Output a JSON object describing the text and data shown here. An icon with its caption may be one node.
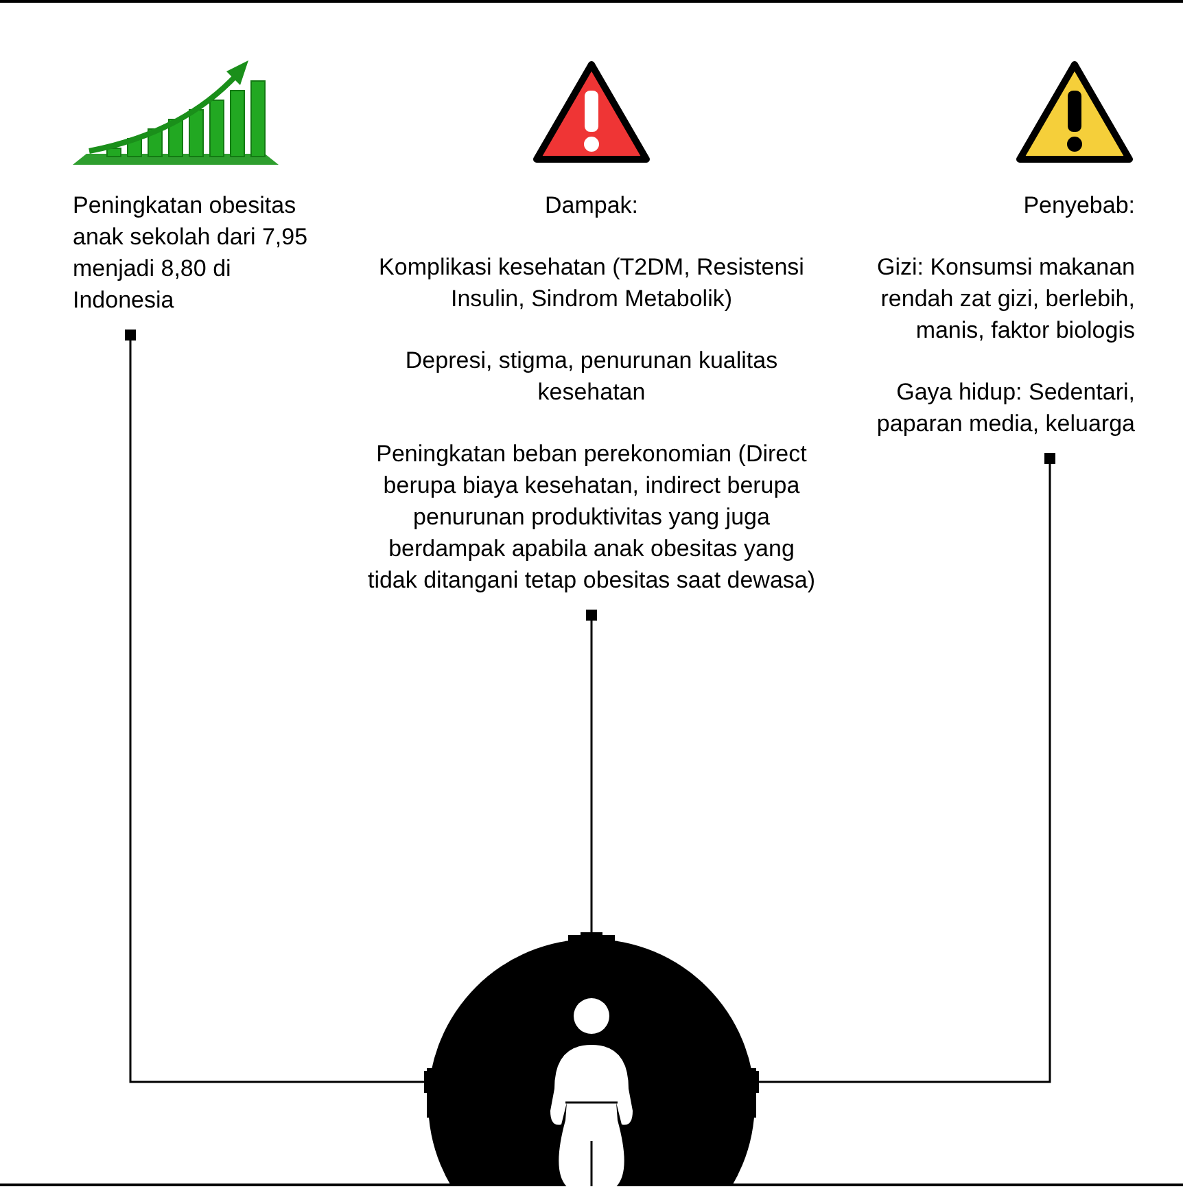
{
  "diagram": {
    "nodes": [
      {
        "text": [
          "Peningkatan obesitas anak sekolah dari 7,95 menjadi 8,80 di Indonesia"
        ]
      },
      {
        "text": [
          "Dampak:",
          "Komplikasi kesehatan (T2DM, Resistensi Insulin, Sindrom Metabolik)"
        ]
      },
      {
        "text": [
          "Depresi, stigma, penurunan kualitas kesehatan"
        ]
      },
      {
        "text": [
          "Peningkatan beban perekonomian (Direct berupa biaya kesehatan, indirect berupa penurunan produktivitas yang juga berdampak apabila anak obesitas yang tidak ditangani tetap obesitas saat dewasa)"
        ]
      },
      {
        "text": [
          "Penyebab:",
          "Gizi: Konsumsi makanan rendah zat gizi, berlebih, manis, faktor biologis"
        ]
      },
      {
        "text": [
          "Gaya hidup: Sedentari, paparan media, keluarga"
        ]
      },
      {
        "text": [],
        "shape": "circle"
      }
    ],
    "edges": [
      {
        "from": 0,
        "to": 6,
        "arrow": "other"
      },
      {
        "from": 3,
        "to": 6,
        "arrow": "other"
      },
      {
        "from": 5,
        "to": 6,
        "arrow": "other"
      }
    ]
  }
}
